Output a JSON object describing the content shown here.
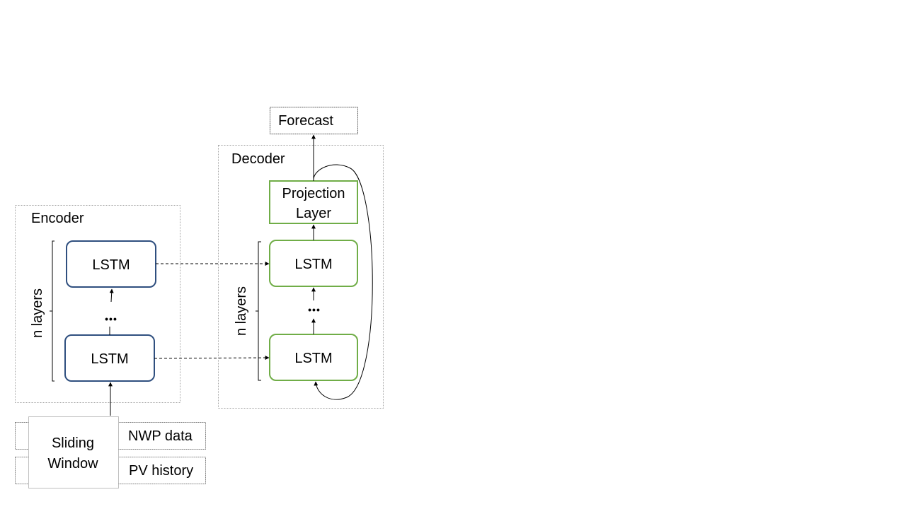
{
  "labels": {
    "forecast": "Forecast",
    "decoder": "Decoder",
    "encoder": "Encoder",
    "projection_line1": "Projection",
    "projection_line2": "Layer",
    "lstm": "LSTM",
    "n_layers": "n layers",
    "dots": "•••",
    "sliding_line1": "Sliding",
    "sliding_line2": "Window",
    "nwp_data": "NWP data",
    "pv_history": "PV history"
  },
  "colors": {
    "encoder_lstm_border": "#2f4f7f",
    "decoder_lstm_border": "#70ad47",
    "dashed_frame": "#a6a6a6",
    "line": "#000000"
  }
}
